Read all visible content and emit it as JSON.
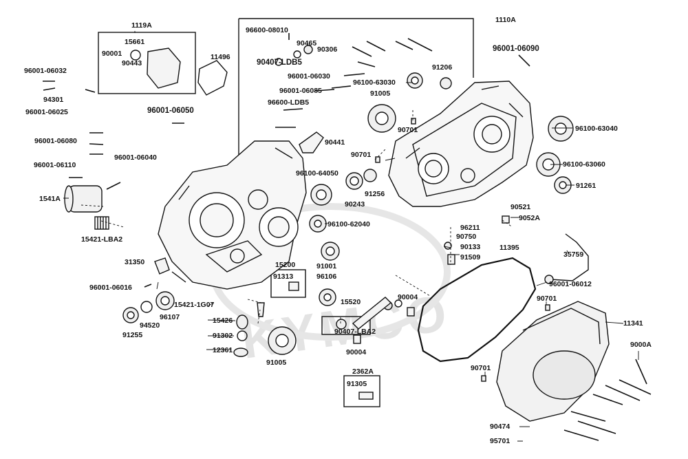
{
  "diagram": {
    "watermark": "KYMCO",
    "colors": {
      "line": "#111111",
      "part_fill": "#f7f7f7",
      "watermark": "#e3e3e3"
    },
    "part_numbers": {
      "p1119A": "1119A",
      "p15661": "15661",
      "p90001": "90001",
      "p90443": "90443",
      "p11496": "11496",
      "p96001_06032": "96001-06032",
      "p94301": "94301",
      "p96001_06025": "96001-06025",
      "p96001_06050": "96001-06050",
      "p96001_06080": "96001-06080",
      "p96001_06040": "96001-06040",
      "p96001_06110": "96001-06110",
      "p1541A": "1541A",
      "p15421_LBA2": "15421-LBA2",
      "p31350": "31350",
      "p96001_06016": "96001-06016",
      "p91255": "91255",
      "p94520": "94520",
      "p96107": "96107",
      "p96600_08010": "96600-08010",
      "p90465": "90465",
      "p90306": "90306",
      "p90407_LDB5": "90407-LDB5",
      "p96001_06030": "96001-06030",
      "p96001_06085": "96001-06085",
      "p96600_LDB5": "96600-LDB5",
      "p90441": "90441",
      "p1110A": "1110A",
      "p96001_06090": "96001-06090",
      "p91206": "91206",
      "p96100_63030": "96100-63030",
      "p91005_top": "91005",
      "p90701_a": "90701",
      "p96100_63040": "96100-63040",
      "p90701_b": "90701",
      "p96100_63060": "96100-63060",
      "p96100_64050": "96100-64050",
      "p91256": "91256",
      "p90243": "90243",
      "p91261": "91261",
      "p90521": "90521",
      "p9052A": "9052A",
      "p96100_62040": "96100-62040",
      "p96211": "96211",
      "p90750": "90750",
      "p90133": "90133",
      "p91509": "91509",
      "p11395": "11395",
      "p35759": "35759",
      "p15200": "15200",
      "p91313": "91313",
      "p91001": "91001",
      "p96106": "96106",
      "p96001_06012": "96001-06012",
      "p90701_c": "90701",
      "p11341": "11341",
      "p15421_1G07": "15421-1G07",
      "p15426": "15426",
      "p91302": "91302",
      "p12361": "12361",
      "p91005_bot": "91005",
      "p15520": "15520",
      "p90004_a": "90004",
      "p90407_LBA2": "90407-LBA2",
      "p90004_b": "90004",
      "p2362A": "2362A",
      "p91305": "91305",
      "p9000A": "9000A",
      "p90701_d": "90701",
      "p90474": "90474",
      "p95701": "95701"
    }
  }
}
